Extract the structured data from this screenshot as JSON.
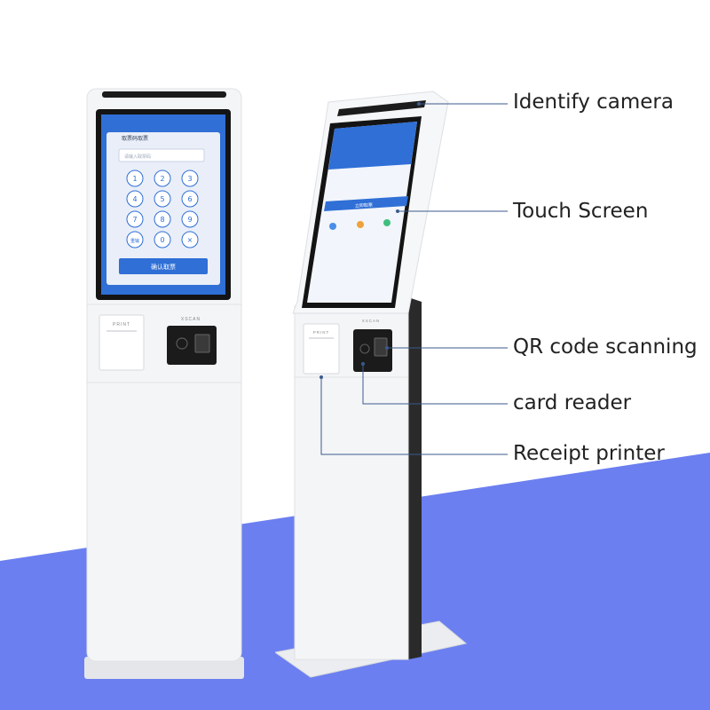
{
  "colors": {
    "accent_blue": "#6b7ff0",
    "screen_blue": "#2f6fd6",
    "keypad_bg": "#e9eef8",
    "kiosk_body": "#f4f5f7",
    "line_color": "#3b5a8c"
  },
  "front_kiosk": {
    "screen_title": "取票码取票",
    "input_placeholder": "请输入取票码",
    "keys": [
      "1",
      "2",
      "3",
      "4",
      "5",
      "6",
      "7",
      "8",
      "9",
      "重输",
      "0",
      "×"
    ],
    "confirm_label": "确认取票",
    "print_label": "PRINT",
    "scan_label": "XSCAN"
  },
  "side_kiosk": {
    "print_label": "PRINT",
    "scan_label": "XSCAN",
    "confirm_label": "立即取票"
  },
  "callouts": {
    "identify_camera": "Identify camera",
    "touch_screen": "Touch Screen",
    "qr_code_scanning": "QR code scanning",
    "card_reader": "card reader",
    "receipt_printer": "Receipt printer"
  }
}
